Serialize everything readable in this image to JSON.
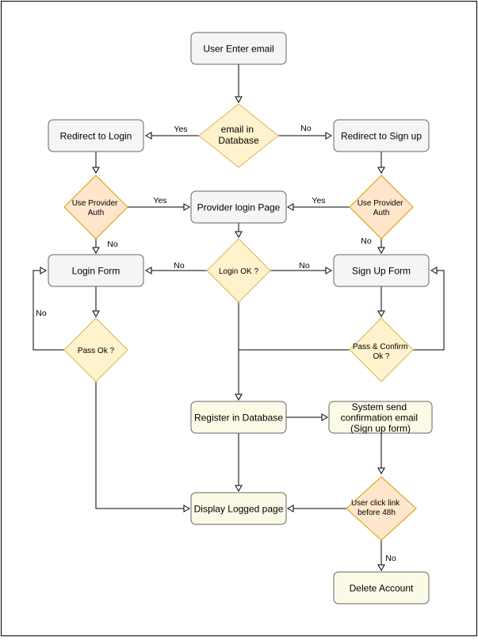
{
  "colors": {
    "box_fill": "#f5f5f5",
    "box_stroke": "#666666",
    "decision_fill": "#fff2cc",
    "decision_stroke": "#d6b656",
    "provider_fill": "#ffe6cc",
    "provider_stroke": "#d79b00",
    "sysbox_fill": "#fafae6",
    "line": "#000000"
  },
  "nodes": {
    "user_enter_email": "User Enter email",
    "email_in_db": [
      "email in",
      "Database"
    ],
    "redirect_login": "Redirect to Login",
    "redirect_signup": "Redirect to Sign up",
    "use_provider_left": [
      "Use Provider",
      "Auth"
    ],
    "provider_login_page": "Provider login Page",
    "use_provider_right": [
      "Use Provider",
      "Auth"
    ],
    "login_form": "Login Form",
    "login_ok": "Login OK ?",
    "signup_form": "Sign Up Form",
    "pass_ok": "Pass Ok ?",
    "pass_confirm_ok": [
      "Pass & Confirm",
      "Ok ?"
    ],
    "register_db": "Register in Database",
    "system_send_email": [
      "System send",
      "confirmation email",
      "(Sign up form)"
    ],
    "display_logged": "Display Logged page",
    "user_click_link": [
      "User click link",
      "before 48h"
    ],
    "delete_account": "Delete Account"
  },
  "edge_labels": {
    "email_yes": "Yes",
    "email_no": "No",
    "provider_left_yes": "Yes",
    "provider_right_yes": "Yes",
    "provider_left_no": "No",
    "provider_right_no": "No",
    "login_ok_no_left": "No",
    "login_ok_no_right": "No",
    "pass_ok_no": "No",
    "click_link_no": "No"
  }
}
